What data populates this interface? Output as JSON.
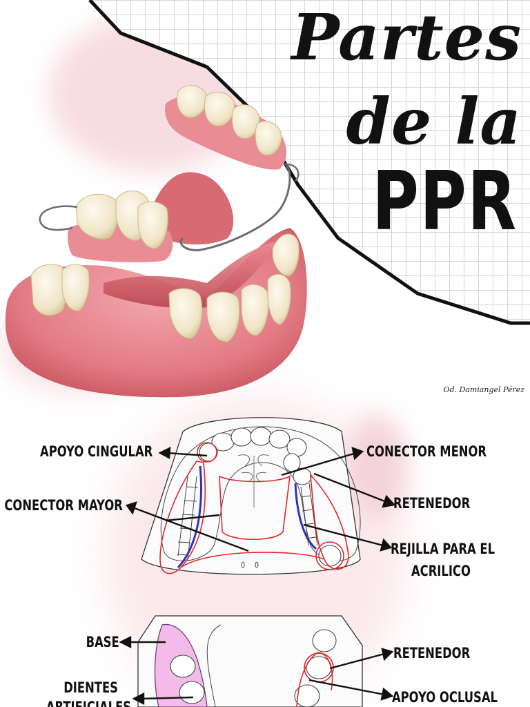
{
  "title": {
    "line1": "Partes",
    "line2": "de la",
    "line3": "PPR"
  },
  "author": "Od. Damiangel Pérez",
  "upper_diagram": {
    "labels": {
      "apoyo_cingular": "APOYO CINGULAR",
      "conector_menor": "CONECTOR MENOR",
      "conector_mayor": "CONECTOR MAYOR",
      "retenedor": "RETENEDOR",
      "rejilla_line1": "REJILLA PARA EL",
      "rejilla_line2": "ACRILICO"
    }
  },
  "lower_diagram": {
    "labels": {
      "base": "BASE",
      "retenedor": "RETENEDOR",
      "dientes_line1": "DIENTES",
      "dientes_line2": "ARTIFICIALES",
      "apoyo_oclusal": "APOYO OCLUSAL"
    }
  },
  "colors": {
    "gum": "#e8838a",
    "gum_dark": "#c95861",
    "tooth": "#f3ead0",
    "framework_red": "#e3262b",
    "framework_blue": "#3232b8",
    "base_pink": "#f2bbea",
    "grid_line": "#d6d6d6"
  }
}
